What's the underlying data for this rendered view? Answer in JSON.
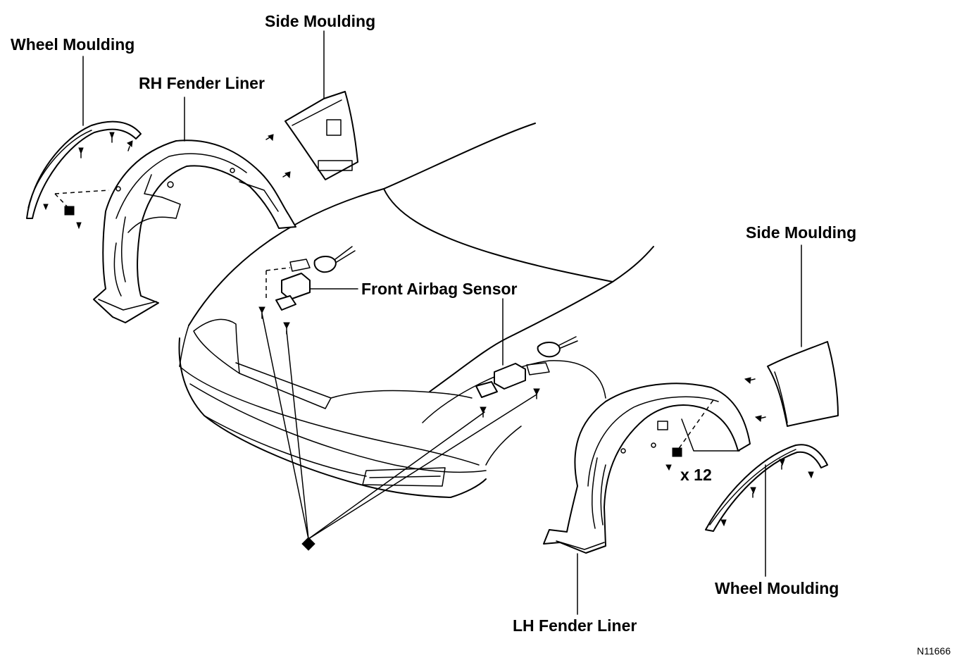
{
  "labels": {
    "wheel_moulding_rh": "Wheel Moulding",
    "side_moulding_rh": "Side Moulding",
    "rh_fender_liner": "RH Fender Liner",
    "side_moulding_lh": "Side Moulding",
    "front_airbag_sensor": "Front Airbag Sensor",
    "lh_fender_liner": "LH Fender Liner",
    "wheel_moulding_lh": "Wheel Moulding",
    "clip_count": "x 12"
  },
  "figure_code": "N11666"
}
